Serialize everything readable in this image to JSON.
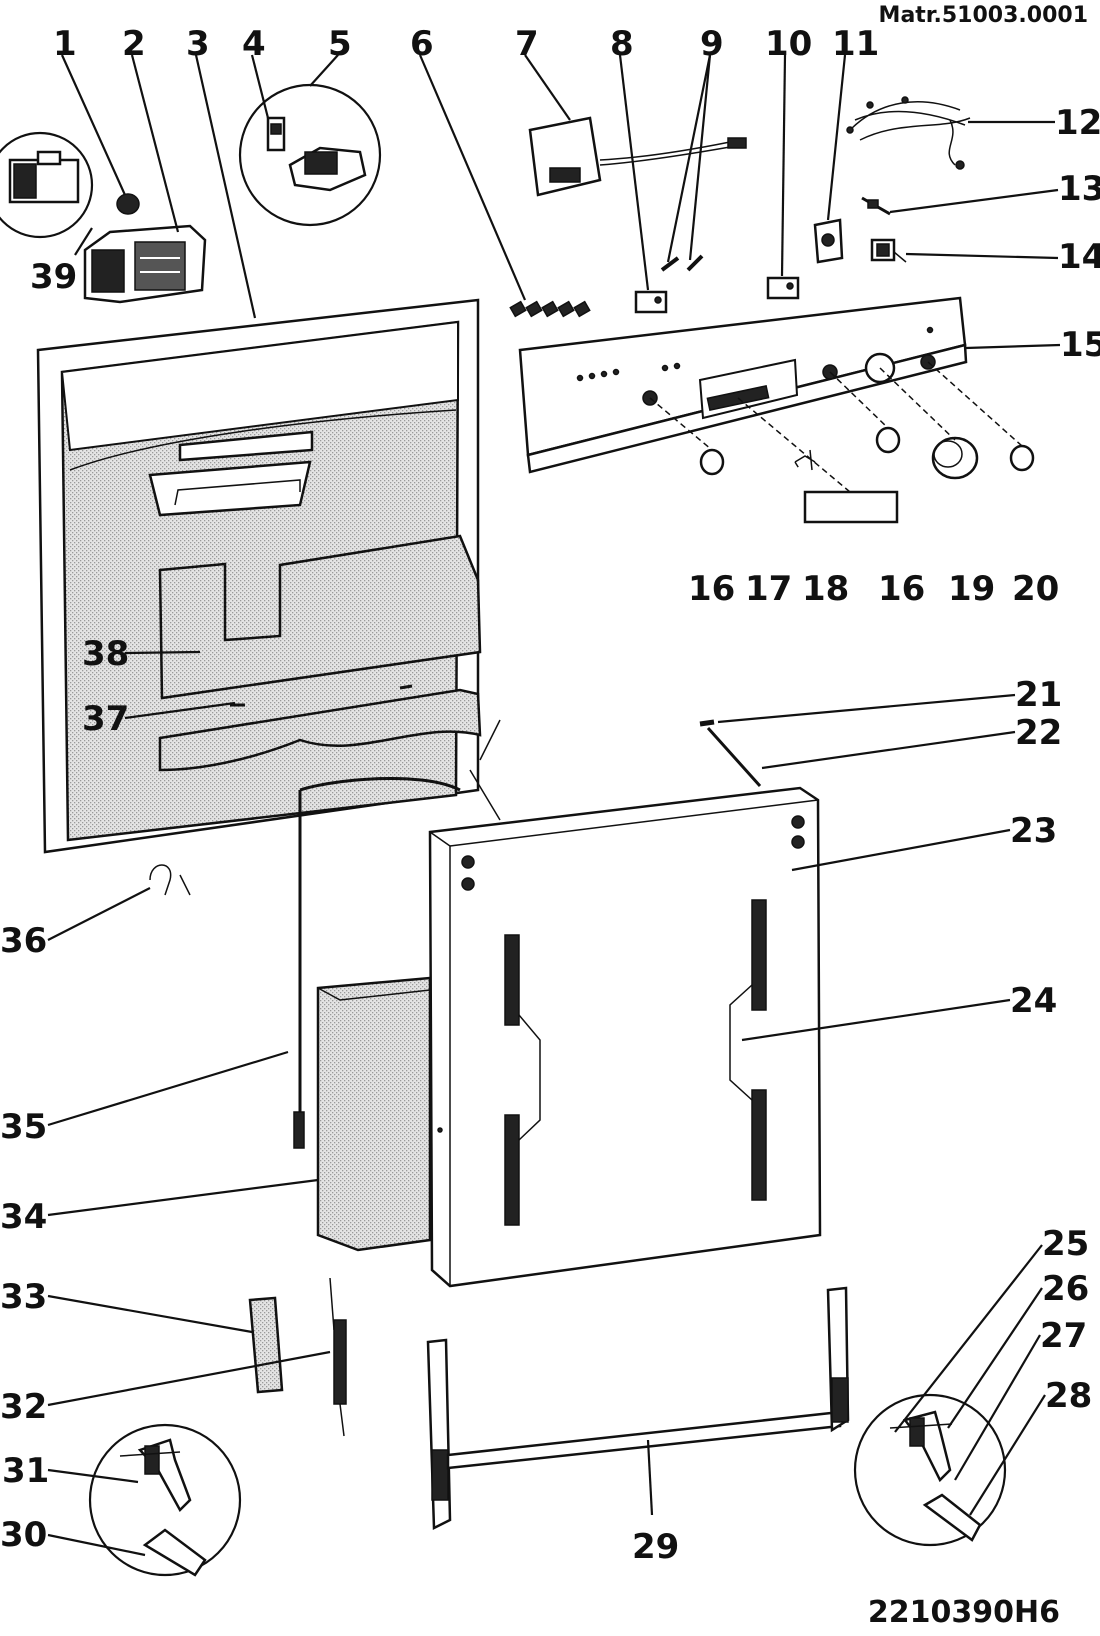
{
  "header_code": "Matr.51003.0001",
  "footer_code": "2210390H6",
  "labels": {
    "l1": "1",
    "l2": "2",
    "l3": "3",
    "l4": "4",
    "l5": "5",
    "l6": "6",
    "l7": "7",
    "l8": "8",
    "l9": "9",
    "l10": "10",
    "l11": "11",
    "l12": "12",
    "l13": "13",
    "l14": "14",
    "l15": "15",
    "l16a": "16",
    "l16b": "16",
    "l17": "17",
    "l18": "18",
    "l19": "19",
    "l20": "20",
    "l21": "21",
    "l22": "22",
    "l23": "23",
    "l24": "24",
    "l25": "25",
    "l26": "26",
    "l27": "27",
    "l28": "28",
    "l29": "29",
    "l30": "30",
    "l31": "31",
    "l32": "32",
    "l33": "33",
    "l34": "34",
    "l35": "35",
    "l36": "36",
    "l37": "37",
    "l38": "38",
    "l39": "39"
  }
}
